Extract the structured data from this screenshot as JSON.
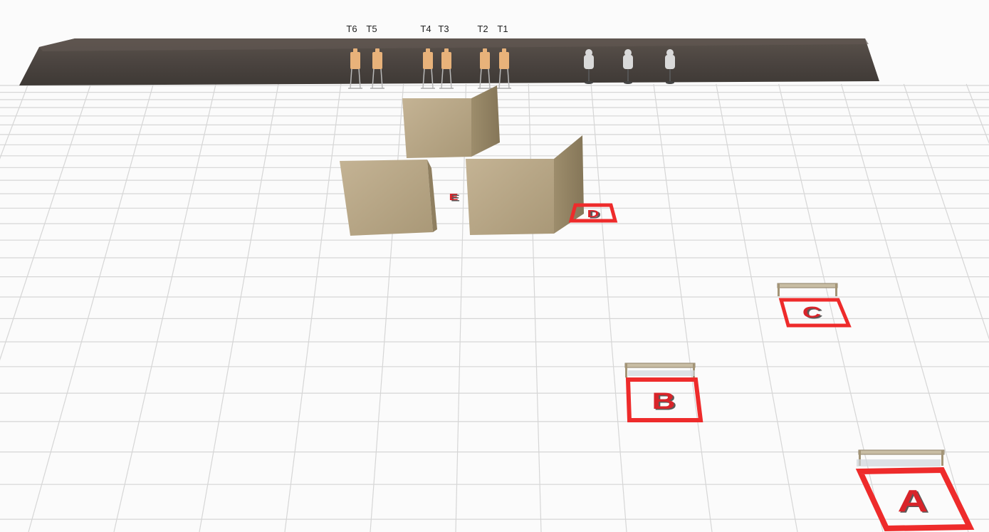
{
  "targets": [
    {
      "label": "T6"
    },
    {
      "label": "T5"
    },
    {
      "label": "T4"
    },
    {
      "label": "T3"
    },
    {
      "label": "T2"
    },
    {
      "label": "T1"
    }
  ],
  "no_shoot_targets": 3,
  "shooting_boxes": [
    {
      "letter": "A"
    },
    {
      "letter": "B"
    },
    {
      "letter": "C"
    },
    {
      "letter": "D"
    },
    {
      "letter": "E"
    }
  ],
  "colors": {
    "ground": "#fbfbfb",
    "grid": "#d8d8d8",
    "berm": "#4a4440",
    "target_tan": "#e8b27a",
    "no_shoot": "#d9d9d9",
    "wall": "#bfae8a",
    "box_red": "#ee2b2b"
  }
}
